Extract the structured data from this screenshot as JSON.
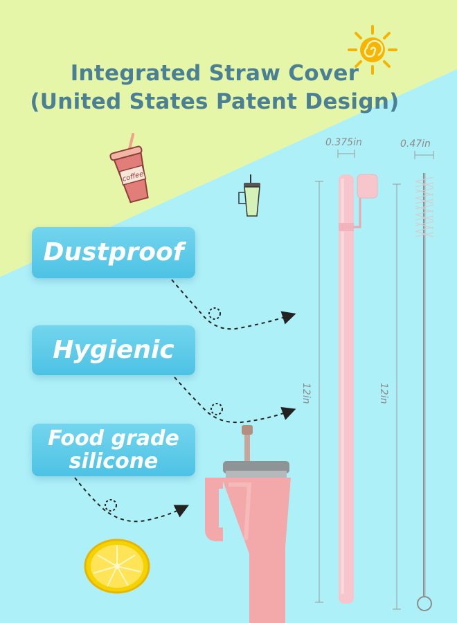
{
  "title": {
    "line1": "Integrated Straw Cover",
    "line2": "(United States Patent Design)"
  },
  "features": [
    {
      "label": "Dustproof"
    },
    {
      "label": "Hygienic"
    },
    {
      "label_line1": "Food grade",
      "label_line2": "silicone"
    }
  ],
  "dimensions": {
    "straw_diameter": "0.375in",
    "brush_diameter": "0.47in",
    "straw_length": "12in",
    "brush_length": "12in"
  },
  "icons": {
    "sun": "sun-icon",
    "coffee_cup": "coffee-cup-icon",
    "small_tumbler": "tumbler-icon",
    "lemon": "lemon-slice-icon",
    "big_tumbler": "tumbler-with-straw-icon",
    "straw": "pink-straw-icon",
    "brush": "cleaning-brush-icon"
  },
  "colors": {
    "background_blue": "#aef0f8",
    "background_yellow": "#e6f6a9",
    "title": "#4b7f94",
    "pill": "#5ccae8",
    "straw_pink": "#f7c6cc",
    "tumbler_pink": "#f3a9a9"
  },
  "coffee_cup_text": "coffee"
}
